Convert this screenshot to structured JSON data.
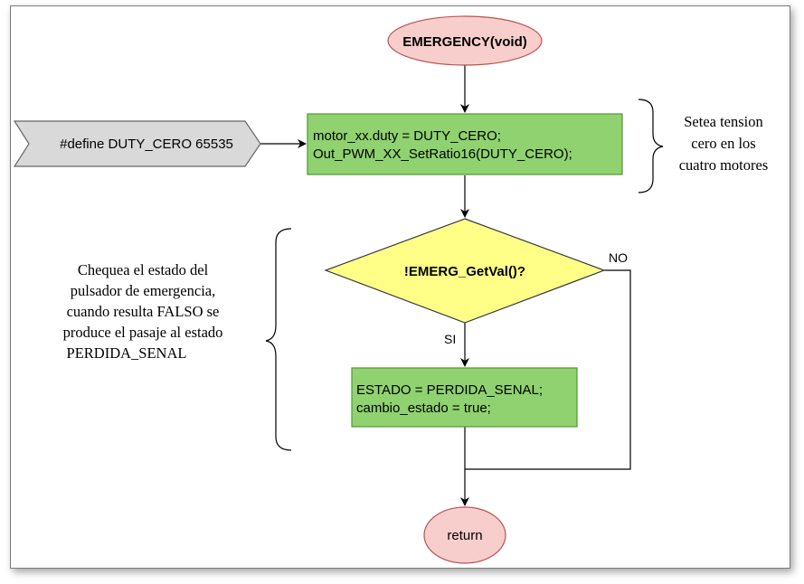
{
  "nodes": {
    "start": "EMERGENCY(void)",
    "define": "#define DUTY_CERO 65535",
    "process1": [
      "motor_xx.duty  = DUTY_CERO;",
      "Out_PWM_XX_SetRatio16(DUTY_CERO);"
    ],
    "decision": "!EMERG_GetVal()?",
    "process2": [
      "ESTADO = PERDIDA_SENAL;",
      "cambio_estado = true;"
    ],
    "end": "return"
  },
  "edges": {
    "yes_label": "SI",
    "no_label": "NO"
  },
  "annotations": {
    "right": [
      "Setea tension",
      "cero en los",
      "cuatro motores"
    ],
    "left": [
      "Chequea el estado del",
      "pulsador de emergencia,",
      "cuando resulta FALSO se",
      "produce el pasaje al estado",
      "PERDIDA_SENAL"
    ]
  },
  "colors": {
    "terminal_fill": "#f8cecc",
    "terminal_stroke": "#b85450",
    "process_fill": "#8fd26f",
    "process_stroke": "#4e9a2e",
    "decision_fill": "#ffff88",
    "decision_stroke": "#36393d",
    "define_fill": "#d9d9d9",
    "define_stroke": "#666666"
  }
}
